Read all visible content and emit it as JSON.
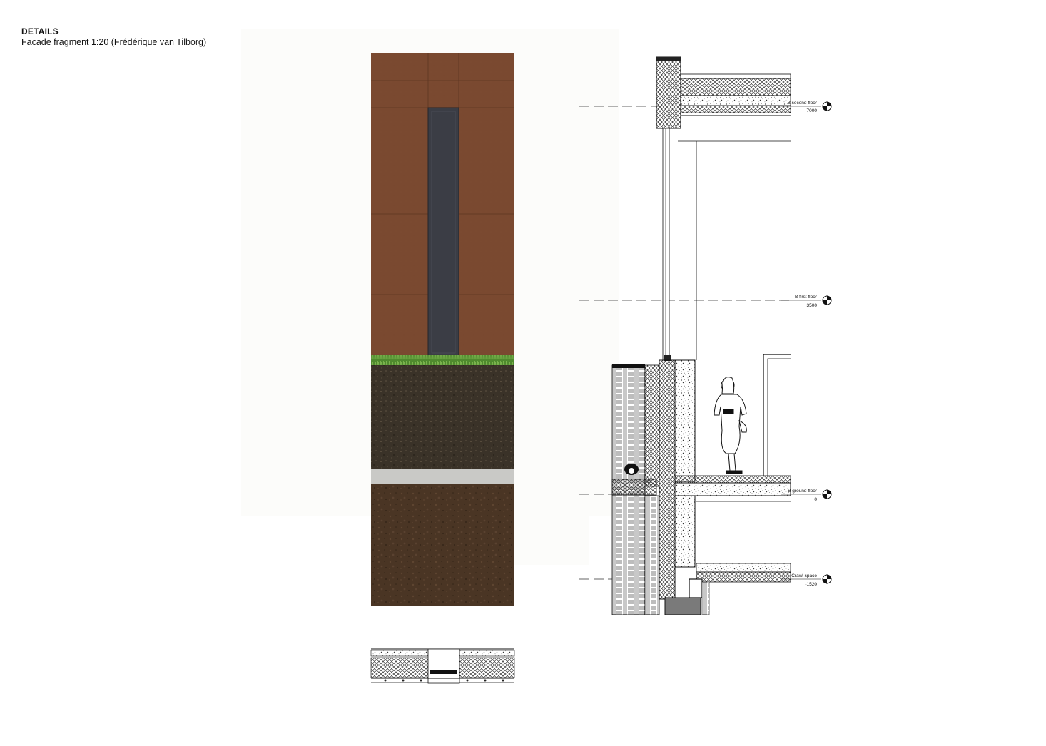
{
  "header": {
    "title": "DETAILS",
    "subtitle": "Facade fragment 1:20 (Frédérique van Tilborg)"
  },
  "levels": [
    {
      "name": "B second floor",
      "value": "7000"
    },
    {
      "name": "B first floor",
      "value": "3500"
    },
    {
      "name": "B ground floor",
      "value": "0"
    },
    {
      "name": "Crawl space",
      "value": "-1520"
    }
  ],
  "colors": {
    "cladding": "#7d4a30",
    "window": "#3b3d45",
    "grass": "#4f8a2e",
    "topsoil": "#3a3228",
    "concrete_strip": "#c9c9c6",
    "subsoil": "#4a3524"
  }
}
